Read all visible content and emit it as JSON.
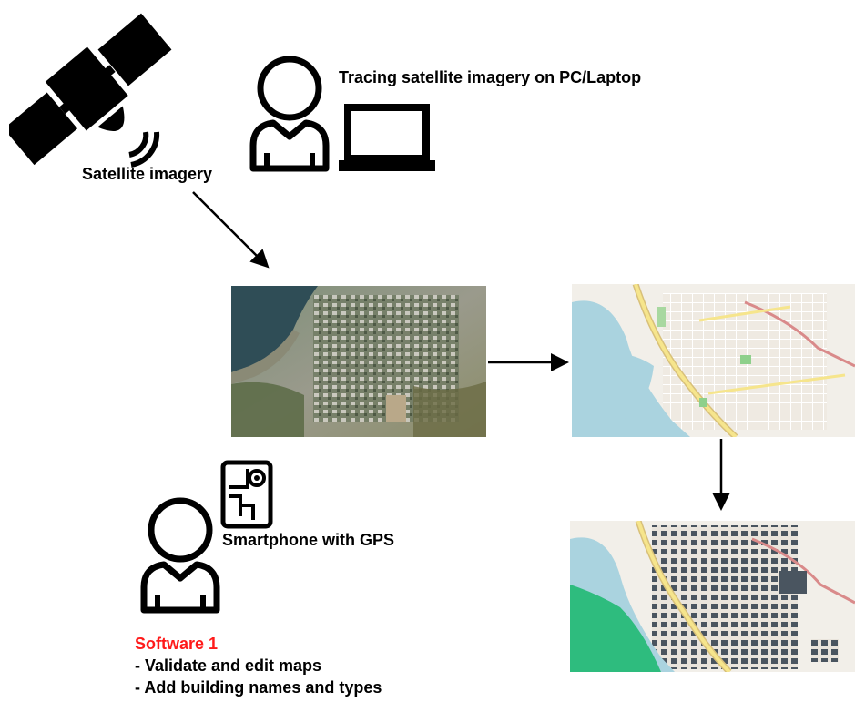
{
  "labels": {
    "tracing": "Tracing satellite imagery on PC/Laptop",
    "satellite": "Satellite imagery",
    "smartphone": "Smartphone with GPS"
  },
  "software": {
    "title": "Software 1",
    "items": [
      "- Validate and edit maps",
      "- Add building names and types"
    ]
  },
  "icons": {
    "satellite": "satellite-icon",
    "person_top": "user-icon",
    "laptop": "laptop-icon",
    "smartphone": "smartphone-map-icon",
    "person_bottom": "user-icon"
  },
  "images": {
    "satellite_photo": "satellite-photo",
    "traced_map": "osm-map-roads",
    "detailed_map": "osm-map-buildings"
  },
  "colors": {
    "software_title": "#ff1a1a",
    "water_dark": "#2f4d56",
    "map_water": "#aad3df",
    "map_forest": "#2ebc7e",
    "map_road": "#f6e58c"
  }
}
